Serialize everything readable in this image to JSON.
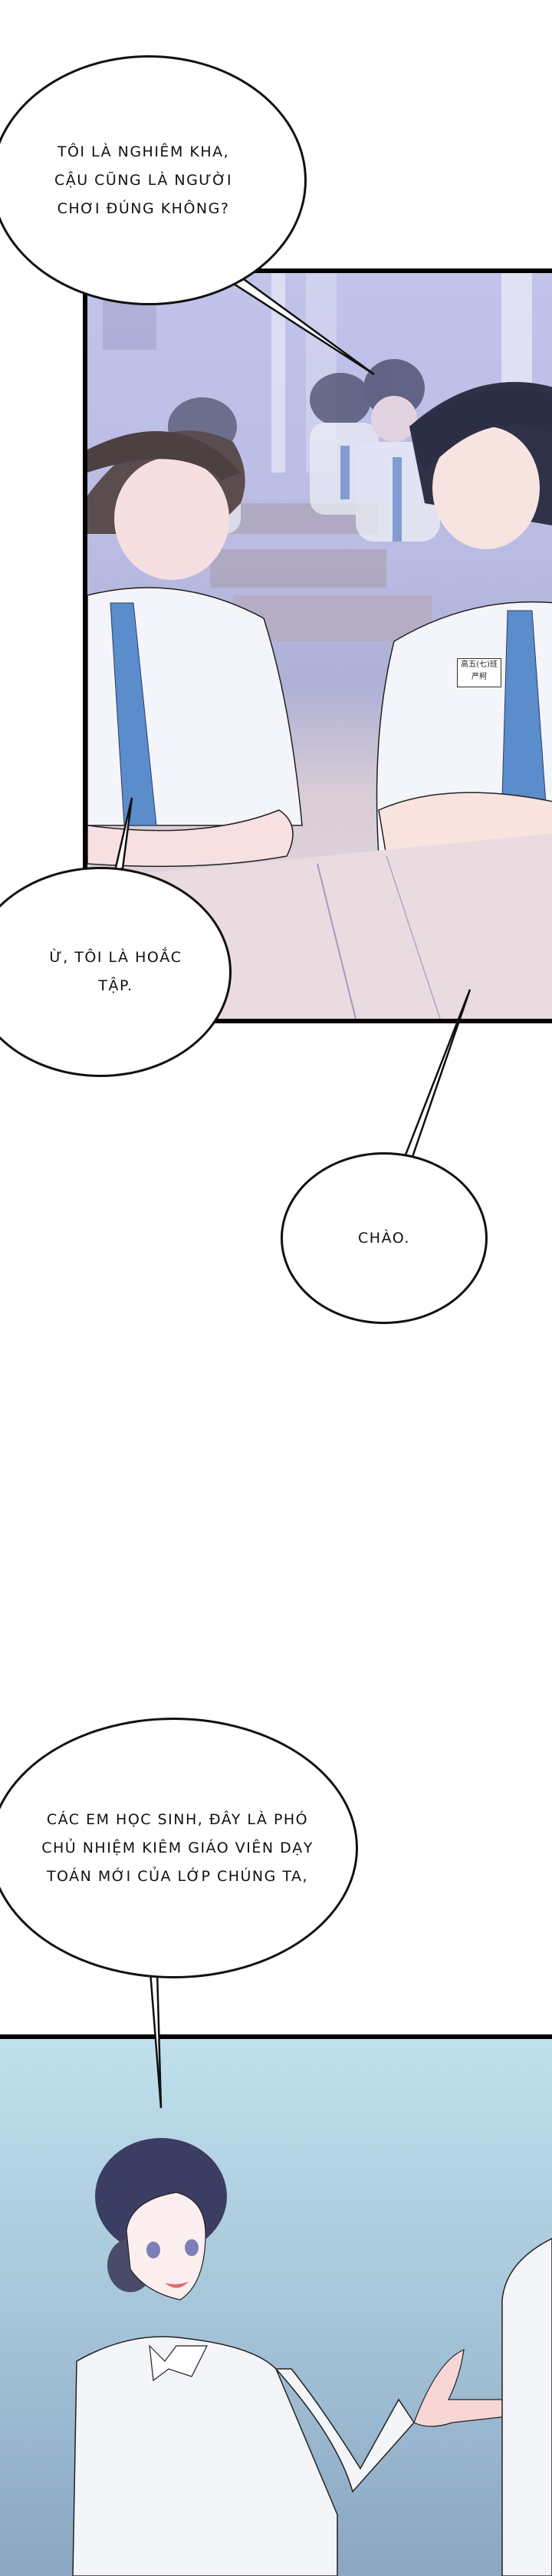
{
  "page": {
    "type": "webtoon-strip",
    "background": "#ffffff"
  },
  "panels": [
    {
      "id": "panel-1",
      "scene": "classroom",
      "palette": {
        "wall": "#c2c3ea",
        "desk": "#e8d9df",
        "shirt": "#f4f5fb",
        "tie": "#5b8ccc",
        "hair": "#3a3f55"
      },
      "name_tag": {
        "line1": "高五(七)班",
        "line2": "严柯"
      }
    },
    {
      "id": "panel-2",
      "scene": "teacher-introduction",
      "palette": {
        "sky_top": "#c0e0ec",
        "sky_bottom": "#8aa6c2",
        "shirt": "#f3f5f8",
        "hair": "#3b3d63",
        "skin": "#f7d6d6"
      }
    }
  ],
  "bubbles": [
    {
      "id": "bubble-1",
      "lines": [
        "Tôi là Nghiêm Kha,",
        "cậu cũng là người",
        "chơi đúng không?"
      ]
    },
    {
      "id": "bubble-2",
      "lines": [
        "Ừ, tôi là Hoắc",
        "Tập."
      ]
    },
    {
      "id": "bubble-3",
      "lines": [
        "Chào."
      ]
    },
    {
      "id": "bubble-4",
      "lines": [
        "Các em học sinh, đây là phó",
        "chủ nhiệm kiêm giáo viên dạy",
        "toán mới của lớp chúng ta,"
      ]
    }
  ]
}
